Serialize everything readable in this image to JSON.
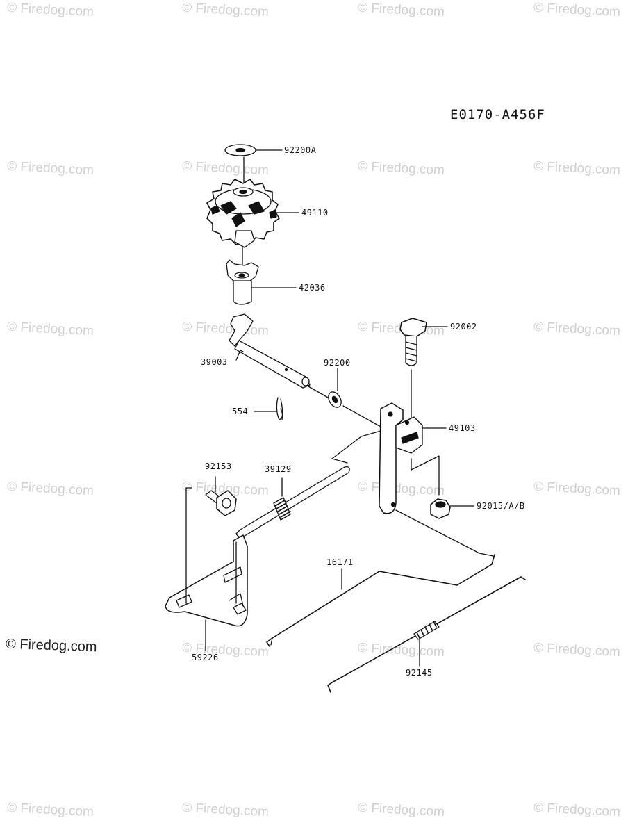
{
  "diagram_code": "E0170-A456F",
  "watermark": "© Firedog.com",
  "parts": {
    "p92200A": "92200A",
    "p49110": "49110",
    "p42036": "42036",
    "p92002": "92002",
    "p39003": "39003",
    "p92200": "92200",
    "p554": "554",
    "p49103": "49103",
    "p92153": "92153",
    "p39129": "39129",
    "p92015": "92015/A/B",
    "p16171": "16171",
    "p59226": "59226",
    "p92145": "92145"
  }
}
